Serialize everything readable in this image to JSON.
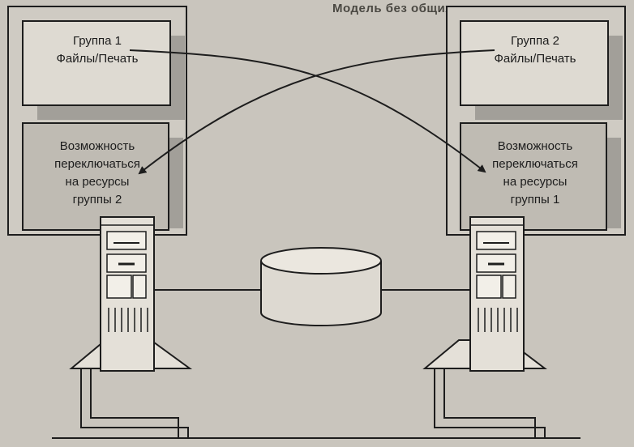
{
  "page_heading": "Модель без общих компонентов",
  "nodes": {
    "group1_role": {
      "line1": "Группа 1",
      "line2": "Файлы/Печать"
    },
    "group2_role": {
      "line1": "Группа 2",
      "line2": "Файлы/Печать"
    },
    "group1_failover": {
      "line1": "Возможность",
      "line2": "переключаться",
      "line3": "на ресурсы",
      "line4": "группы 2"
    },
    "group2_failover": {
      "line1": "Возможность",
      "line2": "переключаться",
      "line3": "на ресурсы",
      "line4": "группы 1"
    }
  },
  "icons": {
    "server_left": "server-tower-icon",
    "server_right": "server-tower-icon",
    "shared_storage": "disk-cylinder-icon"
  },
  "colors": {
    "background": "#c9c5bd",
    "box_fill": "#dedad2",
    "box_shade": "#a29f99",
    "ink": "#1d1d1d"
  }
}
